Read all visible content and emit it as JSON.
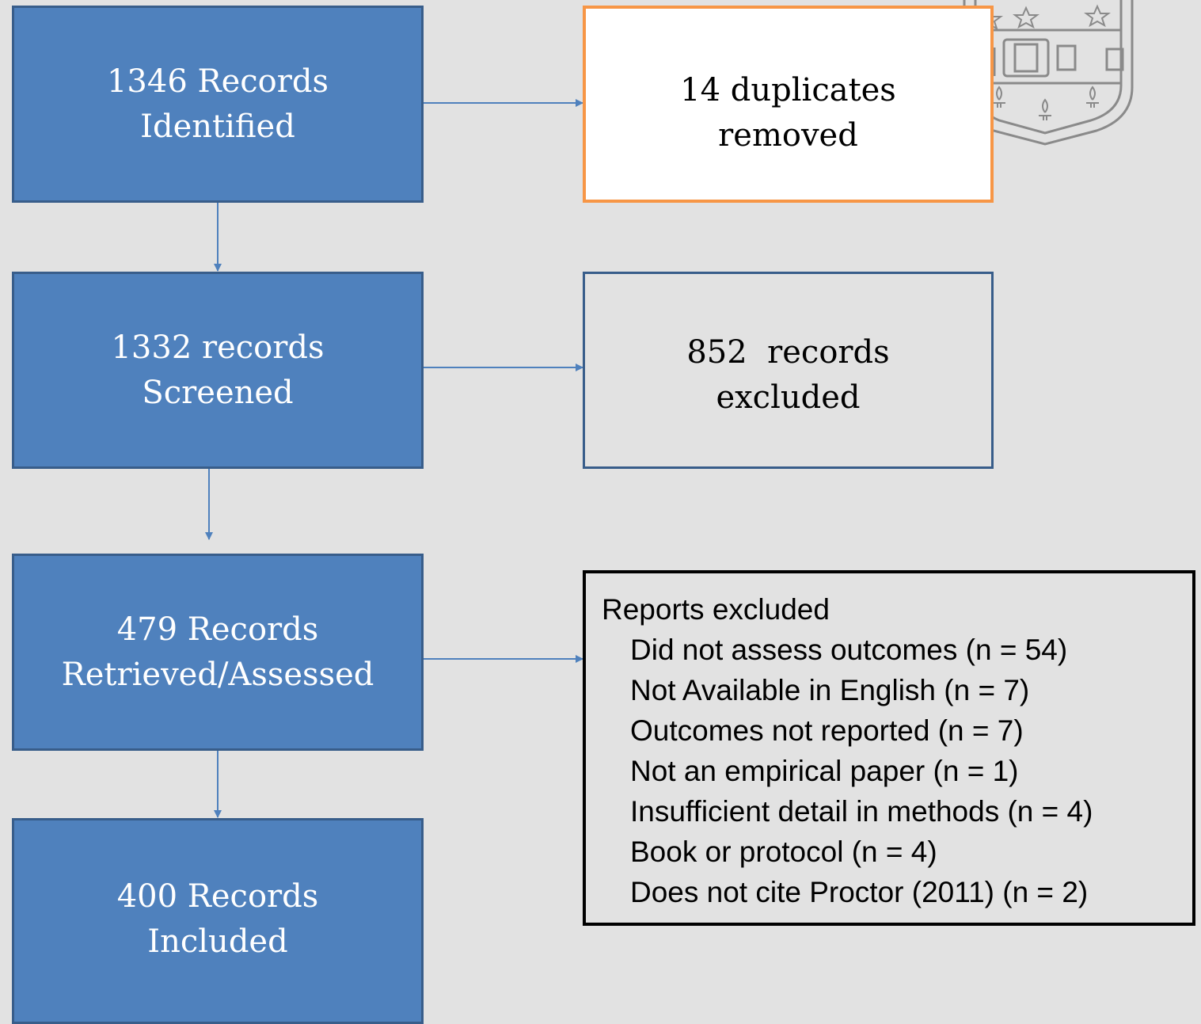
{
  "main_boxes": [
    {
      "line1": "1346 Records",
      "line2": "Identified"
    },
    {
      "line1": "1332 records",
      "line2": "Screened"
    },
    {
      "line1": "479 Records",
      "line2": "Retrieved/Assessed"
    },
    {
      "line1": "400 Records",
      "line2": "Included"
    }
  ],
  "duplicates_box": {
    "line1": "14 duplicates",
    "line2": "removed"
  },
  "excluded_box": {
    "line1": "852  records",
    "line2": "excluded"
  },
  "reports_excluded": {
    "heading": "Reports excluded",
    "reasons": [
      "Did not assess outcomes (n = 54)",
      "Not Available in English (n = 7)",
      "Outcomes not reported (n = 7)",
      "Not an empirical paper (n = 1)",
      "Insufficient detail in methods (n = 4)",
      "Book or protocol (n = 4)",
      "Does not cite Proctor (2011) (n = 2)"
    ]
  },
  "colors": {
    "background": "#e2e2e2",
    "box_fill": "#4f81bd",
    "box_border": "#385d8a",
    "duplicates_border": "#f79646",
    "arrow": "#4f81bd"
  }
}
